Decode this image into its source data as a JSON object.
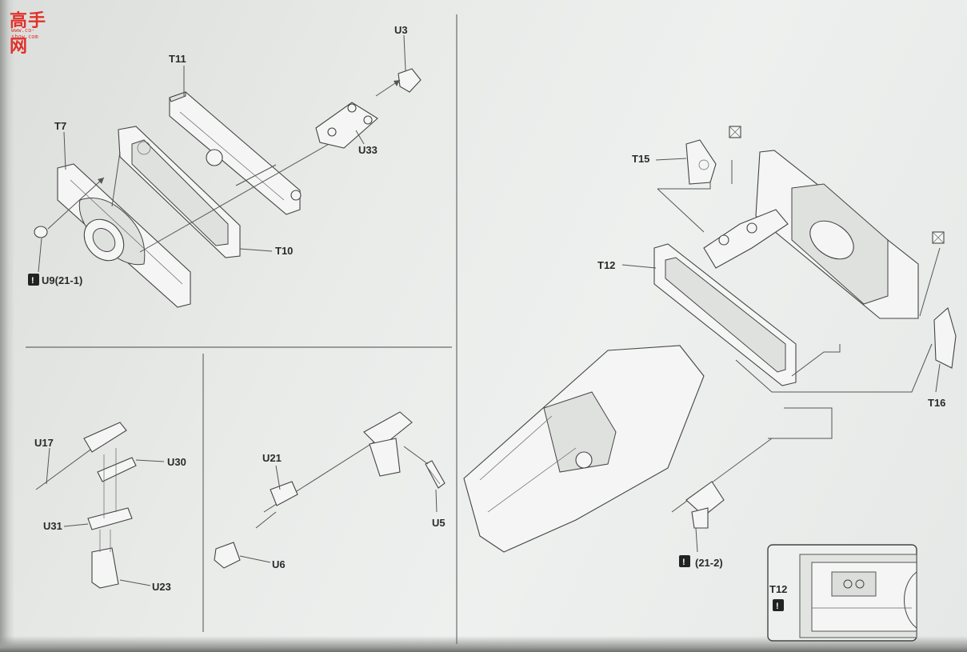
{
  "watermark": {
    "brand": "高手网",
    "url": "www.co-show.com"
  },
  "part_labels": {
    "t11": "T11",
    "t7": "T7",
    "t10": "T10",
    "u3": "U3",
    "u33": "U33",
    "u9": "U9(21-1)",
    "u17": "U17",
    "u30": "U30",
    "u31": "U31",
    "u23": "U23",
    "u21": "U21",
    "u5": "U5",
    "u6": "U6",
    "t15": "T15",
    "t12": "T12",
    "t16": "T16",
    "step_ref": "(21-2)",
    "inset_t12": "T12"
  },
  "warning_symbol": "!"
}
